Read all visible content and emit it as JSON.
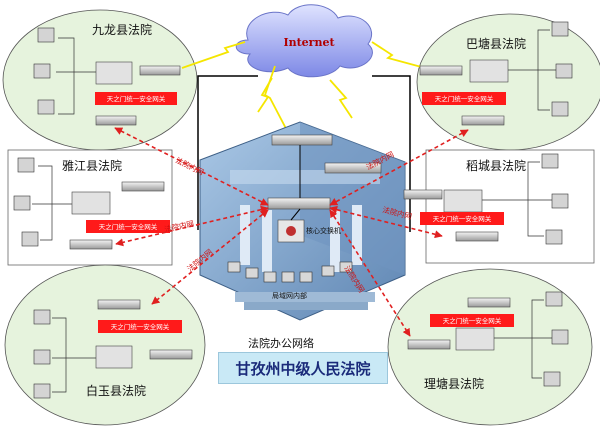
{
  "internet_label": "Internet",
  "courts": [
    {
      "name": "九龙县法院",
      "gateway": "天之门统一安全网关"
    },
    {
      "name": "巴塘县法院",
      "gateway": "天之门统一安全网关"
    },
    {
      "name": "雅江县法院",
      "gateway": "天之门统一安全网关"
    },
    {
      "name": "稻城县法院",
      "gateway": "天之门统一安全网关"
    },
    {
      "name": "白玉县法院",
      "gateway": "天之门统一安全网关"
    },
    {
      "name": "理塘县法院",
      "gateway": "天之门统一安全网关"
    }
  ],
  "link_label": "法院内网",
  "core_switch_label": "核心交换机",
  "lan_label": "局域网内部",
  "office_network_label": "法院办公网络",
  "main_title": "甘孜州中级人民法院",
  "colors": {
    "ellipse_fill": "#e6f3dd",
    "gateway_red": "#ff1a1a",
    "link_red": "#e02020",
    "building": "#7ea6cc",
    "title_bg": "#c9e9f6"
  }
}
